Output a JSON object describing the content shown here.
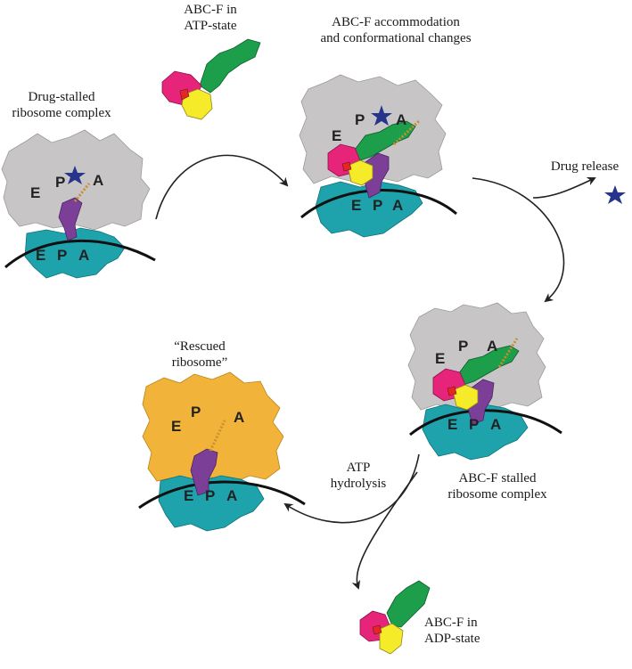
{
  "labels": {
    "abcf_atp": [
      "ABC-F in",
      "ATP-state"
    ],
    "accommodation": [
      "ABC-F accommodation",
      "and conformational changes"
    ],
    "drug_stalled": [
      "Drug-stalled",
      "ribosome complex"
    ],
    "drug_release": "Drug release",
    "rescued": [
      "“Rescued",
      "ribosome”"
    ],
    "atp_hydrolysis": [
      "ATP",
      "hydrolysis"
    ],
    "abcf_stalled": [
      "ABC-F stalled",
      "ribosome complex"
    ],
    "abcf_adp": [
      "ABC-F in",
      "ADP-state"
    ]
  },
  "sites": {
    "e": "E",
    "p": "P",
    "a": "A"
  },
  "colors": {
    "large_subunit": "#c8c5c7",
    "rescued_subunit": "#f2b33a",
    "small_subunit": "#1ea3ad",
    "peptide": "#7b3f98",
    "abcf_green": "#1c9e4a",
    "abcf_magenta": "#e6247a",
    "abcf_yellow": "#f6eb29",
    "abcf_red": "#e32626",
    "drug_star": "#27348b",
    "mrna": "#111111",
    "arrow": "#222222"
  }
}
